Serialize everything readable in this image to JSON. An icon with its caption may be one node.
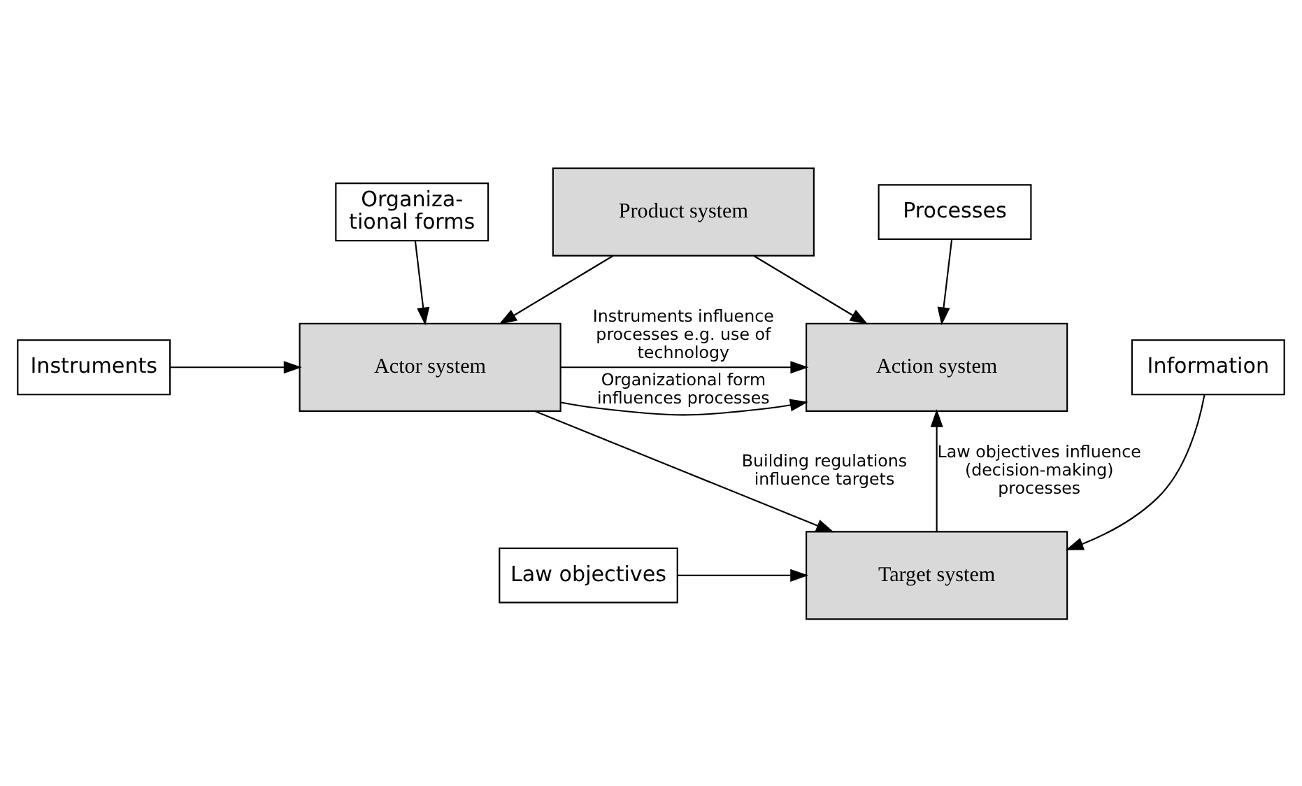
{
  "diagram": {
    "nodes": [
      {
        "text": [
          "Processes"
        ]
      },
      {
        "text": [
          "Organiza- tional forms"
        ]
      },
      {
        "text": [
          "Action system"
        ]
      },
      {
        "text": [
          "Actor system"
        ]
      },
      {
        "text": [
          "Instruments"
        ]
      },
      {
        "text": [
          "Product system"
        ]
      },
      {
        "text": [
          "Information"
        ]
      },
      {
        "text": [
          "Law objectives"
        ]
      },
      {
        "text": [
          "Target system"
        ]
      }
    ],
    "edges": [
      {
        "from": 0,
        "to": 2,
        "arrow": "to"
      },
      {
        "from": 1,
        "to": 3,
        "arrow": "to"
      },
      {
        "from": 3,
        "to": 2,
        "arrow": "to",
        "label": "Instruments influence processes e.g. use of technology"
      },
      {
        "from": 3,
        "to": 2,
        "arrow": "to",
        "label": "Organizational form influences processes"
      },
      {
        "from": 4,
        "to": 3,
        "arrow": "to"
      },
      {
        "from": 5,
        "to": 2,
        "arrow": "to"
      },
      {
        "from": 5,
        "to": 3,
        "arrow": "to"
      },
      {
        "from": 6,
        "to": 8,
        "arrow": "to"
      },
      {
        "from": 8,
        "to": 2,
        "arrow": "to",
        "label": "Law objectives influence (decision-making) processes"
      },
      {
        "from": 3,
        "to": 8,
        "arrow": "to",
        "label": "Building regulations influence targets"
      },
      {
        "from": 7,
        "to": 8,
        "arrow": "to"
      }
    ]
  }
}
